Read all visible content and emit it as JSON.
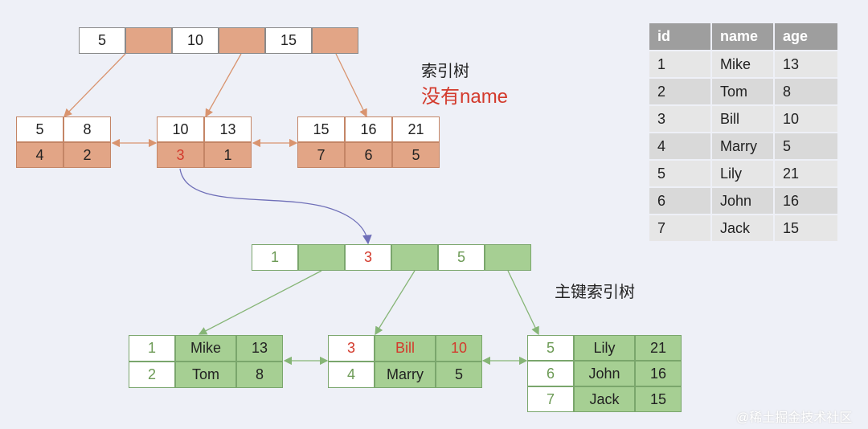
{
  "index_tree": {
    "root": [
      "5",
      "10",
      "15"
    ],
    "leaves": [
      {
        "keys": [
          "5",
          "8"
        ],
        "ids": [
          "4",
          "2"
        ]
      },
      {
        "keys": [
          "10",
          "13"
        ],
        "ids": [
          "3",
          "1"
        ]
      },
      {
        "keys": [
          "15",
          "16",
          "21"
        ],
        "ids": [
          "7",
          "6",
          "5"
        ]
      }
    ]
  },
  "labels": {
    "index_tree": "索引树",
    "no_name": "没有name",
    "primary_tree": "主键索引树",
    "watermark": "@稀土掘金技术社区"
  },
  "primary_tree": {
    "root": [
      "1",
      "3",
      "5"
    ],
    "leaves": [
      {
        "rows": [
          [
            "1",
            "Mike",
            "13"
          ],
          [
            "2",
            "Tom",
            "8"
          ]
        ]
      },
      {
        "rows": [
          [
            "3",
            "Bill",
            "10"
          ],
          [
            "4",
            "Marry",
            "5"
          ]
        ]
      },
      {
        "rows": [
          [
            "5",
            "Lily",
            "21"
          ],
          [
            "6",
            "John",
            "16"
          ],
          [
            "7",
            "Jack",
            "15"
          ]
        ]
      }
    ]
  },
  "table": {
    "headers": [
      "id",
      "name",
      "age"
    ],
    "rows": [
      [
        "1",
        "Mike",
        "13"
      ],
      [
        "2",
        "Tom",
        "8"
      ],
      [
        "3",
        "Bill",
        "10"
      ],
      [
        "4",
        "Marry",
        "5"
      ],
      [
        "5",
        "Lily",
        "21"
      ],
      [
        "6",
        "John",
        "16"
      ],
      [
        "7",
        "Jack",
        "15"
      ]
    ]
  },
  "colors": {
    "orange_fill": "#e2a586",
    "green_fill": "#a6cf93",
    "highlight_red": "#d33a2c",
    "id_green": "#6c9a55",
    "lookup_arrow": "#6f6fb8"
  }
}
